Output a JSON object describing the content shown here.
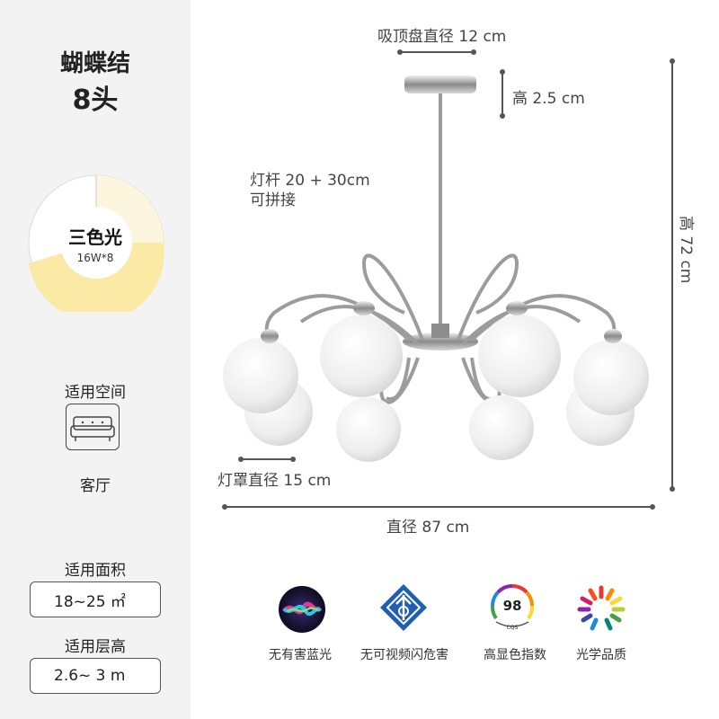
{
  "product": {
    "style": "蝴蝶结",
    "heads": "8头"
  },
  "light": {
    "main": "三色光",
    "power": "16W*8"
  },
  "space": {
    "title": "适用空间",
    "room": "客厅",
    "icon": "sofa-icon"
  },
  "area": {
    "title": "适用面积",
    "value": "18~25 ㎡"
  },
  "height": {
    "title": "适用层高",
    "value": "2.6~ 3 m"
  },
  "dimensions": {
    "canopy_diameter": "吸顶盘直径 12 cm",
    "canopy_height": "高 2.5 cm",
    "rod_line1": "灯杆 20 + 30cm",
    "rod_line2": "可拼接",
    "total_height": "高 72 cm",
    "shade_diameter": "灯罩直径 15 cm",
    "total_diameter": "直径 87 cm"
  },
  "features": [
    {
      "label": "无有害蓝光",
      "icon": "siri-orb-icon"
    },
    {
      "label": "无可视频闪危害",
      "icon": "diamond-badge-icon"
    },
    {
      "label": "高显色指数",
      "icon": "cqs-98-icon",
      "value": "98",
      "badge": "CQS"
    },
    {
      "label": "光学品质",
      "icon": "color-wheel-icon"
    }
  ],
  "colors": {
    "sidebar_bg": "#f3f3f3",
    "warm": "#fbe9a6",
    "pale": "#fdf6df",
    "blue": "#1f5eb0"
  }
}
